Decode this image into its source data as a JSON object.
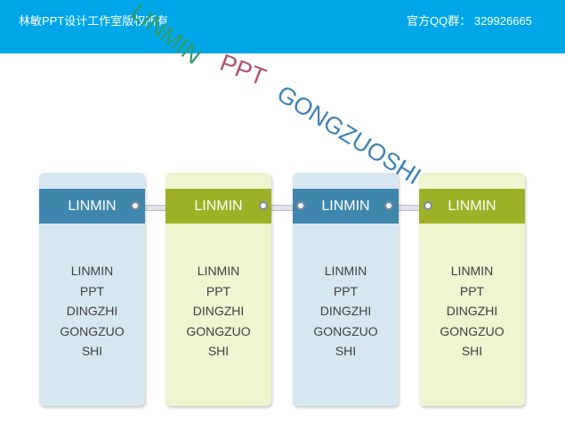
{
  "header": {
    "left_text": "林敏PPT设计工作室版权所有",
    "right_text": "官方QQ群： 329926665"
  },
  "watermark": {
    "words": [
      {
        "text": "LINMIN",
        "color": "#2e9b6a"
      },
      {
        "text": "PPT",
        "color": "#b0546b"
      },
      {
        "text": "GONGZUOSHI",
        "color": "#3f82b5"
      }
    ]
  },
  "cards": [
    {
      "title": "LINMIN",
      "lines": [
        "LINMIN",
        "PPT",
        "DINGZHI",
        "GONGZUO",
        "SHI"
      ],
      "theme": "blue"
    },
    {
      "title": "LINMIN",
      "lines": [
        "LINMIN",
        "PPT",
        "DINGZHI",
        "GONGZUO",
        "SHI"
      ],
      "theme": "green"
    },
    {
      "title": "LINMIN",
      "lines": [
        "LINMIN",
        "PPT",
        "DINGZHI",
        "GONGZUO",
        "SHI"
      ],
      "theme": "blue"
    },
    {
      "title": "LINMIN",
      "lines": [
        "LINMIN",
        "PPT",
        "DINGZHI",
        "GONGZUO",
        "SHI"
      ],
      "theme": "green"
    }
  ],
  "colors": {
    "topbar": "#00a7e8",
    "blue_header": "#3f86ad",
    "green_header": "#9cb125",
    "blue_card": "#d6e7f0",
    "green_card": "#eef5cf"
  }
}
